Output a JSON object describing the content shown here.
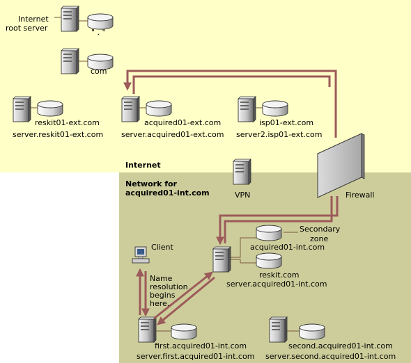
{
  "zones": {
    "internet": "Internet",
    "network_line1": "Network for",
    "network_line2": "acquired01-int.com"
  },
  "root": {
    "label_line1": "Internet",
    "label_line2": "root server",
    "db_label": "\" . \""
  },
  "com": {
    "label": "com"
  },
  "reskit_ext": {
    "zone": "reskit01-ext.com",
    "server": "server.reskit01-ext.com"
  },
  "acquired_ext": {
    "zone": "acquired01-ext.com",
    "server": "server.acquired01-ext.com"
  },
  "isp": {
    "zone": "isp01-ext.com",
    "server": "server2.isp01-ext.com"
  },
  "vpn": {
    "label": "VPN"
  },
  "firewall": {
    "label": "Firewall"
  },
  "acquired_int": {
    "secondary_line1": "Secondary",
    "secondary_line2": "zone",
    "zone1": "acquired01-int.com",
    "zone2": "reskit.com",
    "server": "server.acquired01-int.com"
  },
  "client": {
    "label": "Client",
    "note_line1": "Name",
    "note_line2": "resolution",
    "note_line3": "begins",
    "note_line4": "here."
  },
  "first": {
    "zone": "first.acquired01-int.com",
    "server": "server.first.acquired01-int.com"
  },
  "second": {
    "zone": "second.acquired01-int.com",
    "server": "server.second.acquired01-int.com"
  },
  "colors": {
    "internet_bg": "#ffffc8",
    "network_bg": "#cdcd9b",
    "arrow": "#9c5a5a",
    "connector": "#8a7050"
  }
}
